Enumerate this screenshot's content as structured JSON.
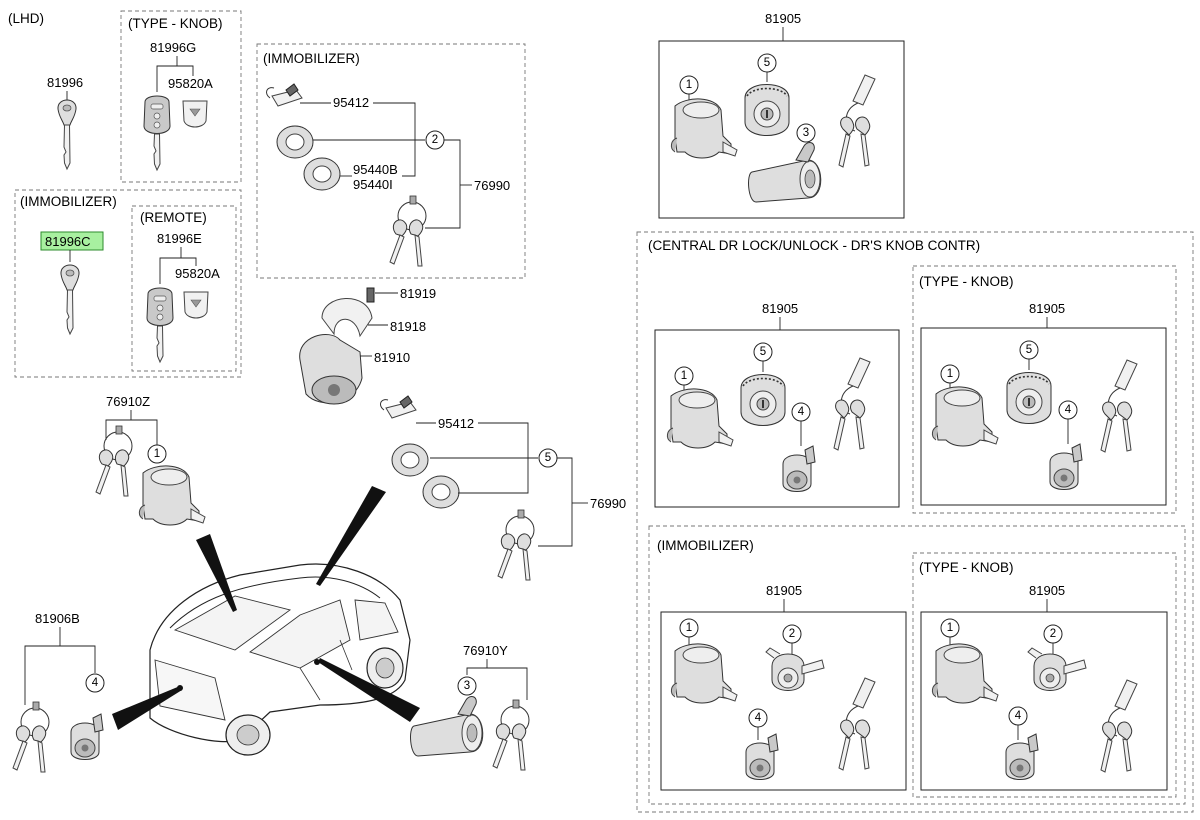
{
  "labels": {
    "lhd": "(LHD)",
    "type_knob": "(TYPE - KNOB)",
    "immobilizer": "(IMMOBILIZER)",
    "remote": "(REMOTE)",
    "central": "(CENTRAL DR LOCK/UNLOCK - DR'S KNOB CONTR)"
  },
  "parts": {
    "p81996": "81996",
    "p81996G": "81996G",
    "p95820A": "95820A",
    "p81996C": "81996C",
    "p81996E": "81996E",
    "p95412": "95412",
    "p95440B": "95440B",
    "p95440I": "95440I",
    "p76990": "76990",
    "p81919": "81919",
    "p81918": "81918",
    "p81910": "81910",
    "p76910Z": "76910Z",
    "p81906B": "81906B",
    "p76910Y": "76910Y",
    "p81905": "81905"
  },
  "bubbles": {
    "b1": "1",
    "b2": "2",
    "b3": "3",
    "b4": "4",
    "b5": "5"
  },
  "colors": {
    "highlight_fill": "#a8f0a0",
    "highlight_stroke": "#2e8b2e",
    "part_fill": "#dedede",
    "outline": "#333333"
  },
  "icons": {
    "key": "key-icon",
    "remote": "remote-fob-icon",
    "cylinder": "lock-cylinder-icon",
    "vehicle": "vehicle-icon"
  }
}
